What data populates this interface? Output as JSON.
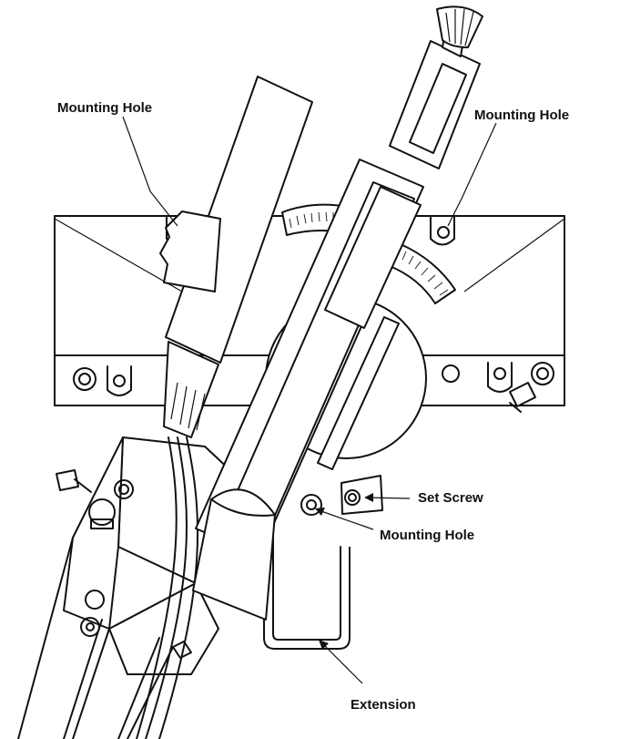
{
  "labels": {
    "mounting_hole_top_left": "Mounting Hole",
    "mounting_hole_top_right": "Mounting Hole",
    "set_screw": "Set Screw",
    "mounting_hole_bottom": "Mounting Hole",
    "extension": "Extension"
  }
}
